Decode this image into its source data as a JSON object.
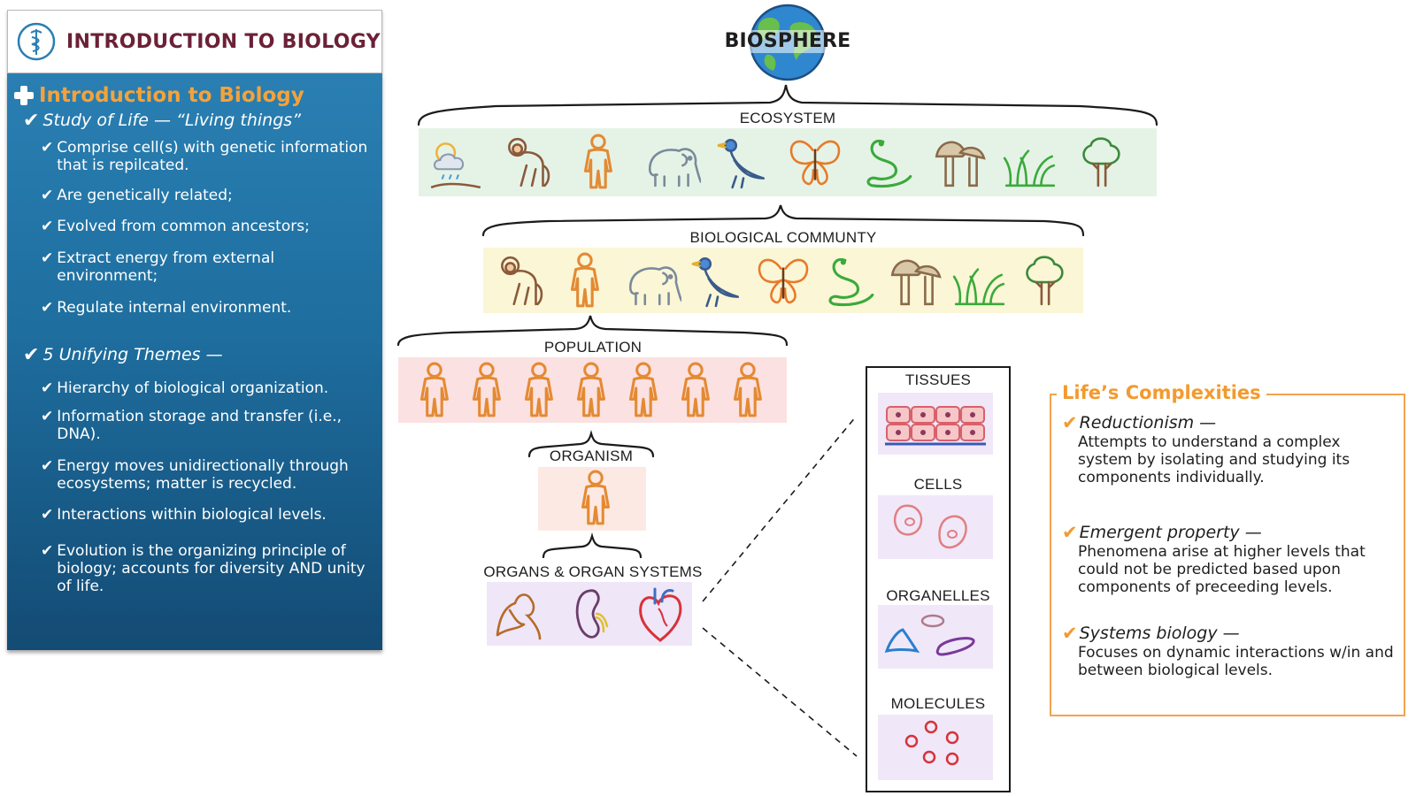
{
  "header": {
    "title": "INTRODUCTION TO BIOLOGY",
    "logo_icon": "caduceus-icon"
  },
  "panel": {
    "heading": "Introduction to Biology",
    "study_of_life": {
      "title": "Study of Life — “Living things”",
      "items": [
        "Comprise cell(s) with genetic information that is repilcated.",
        "Are genetically related;",
        "Evolved from common ancestors;",
        "Extract energy from external environment;",
        "Regulate internal environment."
      ]
    },
    "themes": {
      "title": "5 Unifying Themes —",
      "items": [
        "Hierarchy of biological organization.",
        "Information storage and transfer (i.e., DNA).",
        "Energy moves unidirectionally through ecosystems; matter is recycled.",
        "Interactions within biological levels.",
        "Evolution is the organizing principle of biology; accounts for diversity AND unity of life."
      ]
    }
  },
  "diagram": {
    "biosphere": "BIOSPHERE",
    "ecosystem": "ECOSYSTEM",
    "community": "BIOLOGICAL COMMUNTY",
    "population": "POPULATION",
    "organism": "ORGANISM",
    "organs": "ORGANS & ORGAN SYSTEMS",
    "tissues": "TISSUES",
    "cells": "CELLS",
    "organelles": "ORGANELLES",
    "molecules": "MOLECULES",
    "ecosystem_icons": [
      "weather-icon",
      "monkey-icon",
      "human-icon",
      "elephant-icon",
      "bird-icon",
      "butterfly-icon",
      "snake-icon",
      "mushroom-icon",
      "grass-icon",
      "tree-icon"
    ],
    "community_icons": [
      "monkey-icon",
      "human-icon",
      "elephant-icon",
      "bird-icon",
      "butterfly-icon",
      "snake-icon",
      "mushroom-icon",
      "grass-icon",
      "tree-icon"
    ],
    "colors": {
      "ecosystem_band": "#e5f3e7",
      "community_band": "#faf6d6",
      "population_band": "#fbe1e1",
      "organism_band": "#fde9e3",
      "organs_band": "#efe6f8",
      "scale_band": "#f0e8f9",
      "human": "#e48a33",
      "accent": "#f39a2e"
    }
  },
  "complexities": {
    "title": "Life’s Complexities",
    "items": [
      {
        "term": "Reductionism —",
        "text": "Attempts to understand a complex system by isolating and studying its components individually."
      },
      {
        "term": "Emergent property —",
        "text": "Phenomena arise at higher levels that could not be predicted based upon components of preceeding levels."
      },
      {
        "term": "Systems biology —",
        "text": "Focuses on dynamic interactions w/in and between biological levels."
      }
    ]
  }
}
